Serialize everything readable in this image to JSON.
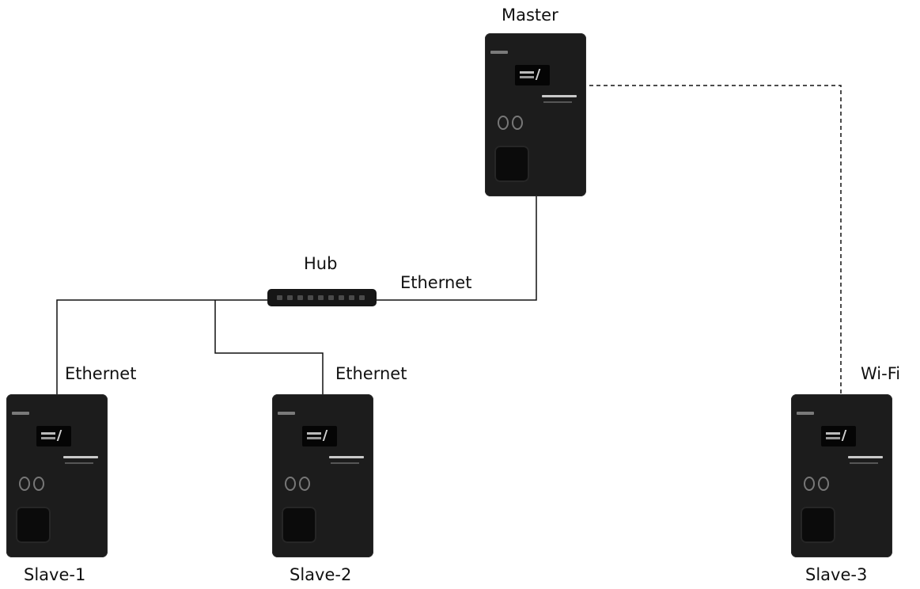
{
  "diagram": {
    "nodes": {
      "master": {
        "label": "Master",
        "icon": "ev-charger-icon"
      },
      "hub": {
        "label": "Hub",
        "icon": "network-hub-icon"
      },
      "slave1": {
        "label": "Slave-1",
        "icon": "ev-charger-icon"
      },
      "slave2": {
        "label": "Slave-2",
        "icon": "ev-charger-icon"
      },
      "slave3": {
        "label": "Slave-3",
        "icon": "ev-charger-icon"
      }
    },
    "links": {
      "hub_master": {
        "label": "Ethernet",
        "style": "solid"
      },
      "hub_slave1": {
        "label": "Ethernet",
        "style": "solid"
      },
      "hub_slave2": {
        "label": "Ethernet",
        "style": "solid"
      },
      "master_slave3": {
        "label": "Wi-Fi",
        "style": "dashed"
      }
    },
    "colors": {
      "line": "#111111",
      "device": "#1c1c1c",
      "background": "#ffffff"
    }
  }
}
